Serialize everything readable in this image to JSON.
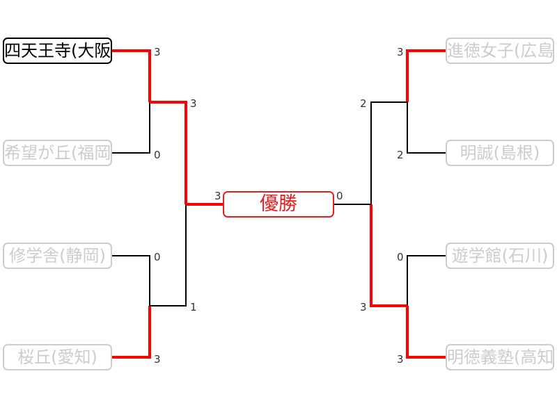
{
  "colors": {
    "winner_path": "#ff0000",
    "line": "#000000",
    "loser_text": "#cccccc",
    "champion": "#e61e1e"
  },
  "champion_label": "優勝",
  "teams": {
    "l1": "四天王寺(大阪)",
    "l2": "希望が丘(福岡)",
    "l3": "修学舎(静岡)",
    "l4": "桜丘(愛知)",
    "r1": "進徳女子(広島)",
    "r2": "明誠(島根)",
    "r3": "遊学館(石川)",
    "r4": "明徳義塾(高知)"
  },
  "scores": {
    "round1": {
      "l1": "3",
      "l2": "0",
      "l3": "0",
      "l4": "3",
      "r1": "3",
      "r2": "2",
      "r3": "0",
      "r4": "3"
    },
    "semis": {
      "left_top": "3",
      "left_bottom": "1",
      "right_top": "2",
      "right_bottom": "3"
    },
    "final": {
      "left": "3",
      "right": "0"
    }
  }
}
